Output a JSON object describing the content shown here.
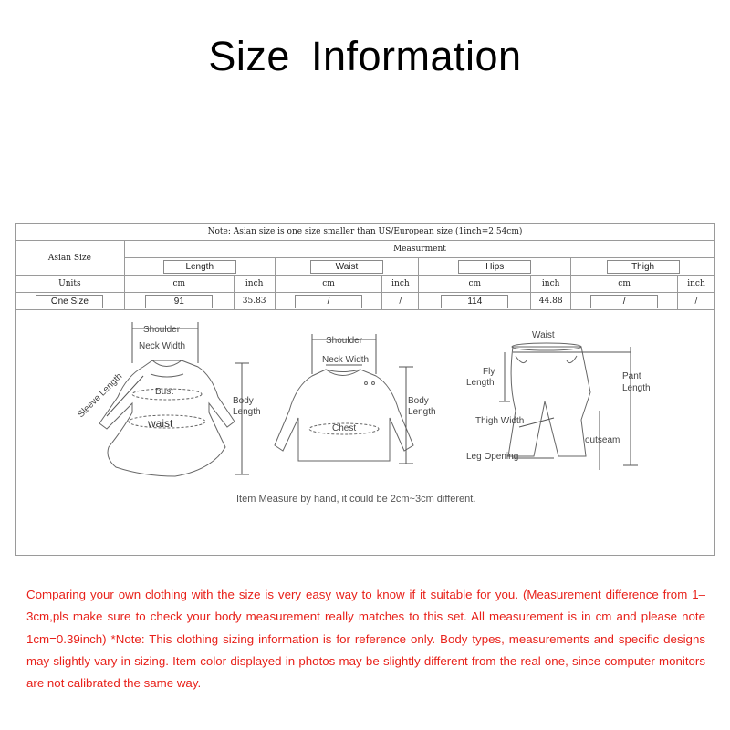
{
  "title": "Size  Information",
  "table": {
    "note": "Note: Asian size is one size smaller than US/European size.(1inch=2.54cm)",
    "asian_size_label": "Asian Size",
    "measurement_label": "Measurment",
    "measure_names": [
      "Length",
      "Waist",
      "Hips",
      "Thigh"
    ],
    "units_label": "Units",
    "units": [
      "cm",
      "inch",
      "cm",
      "inch",
      "cm",
      "inch",
      "cm",
      "inch"
    ],
    "row": {
      "size": "One Size",
      "values": [
        "91",
        "35.83",
        "/",
        "/",
        "114",
        "44.88",
        "/",
        "/"
      ]
    }
  },
  "diagram": {
    "dress": {
      "shoulder": "Shoulder",
      "neck_width": "Neck Width",
      "sleeve_length": "Sleeve Length",
      "bust": "Bust",
      "waist": "waist",
      "body_length_1": "Body",
      "body_length_2": "Length"
    },
    "sweater": {
      "shoulder": "Shoulder",
      "neck_width": "Neck Width",
      "chest": "Chest",
      "body_length_1": "Body",
      "body_length_2": "Length"
    },
    "pants": {
      "waist": "Waist",
      "fly_length_1": "Fly",
      "fly_length_2": "Length",
      "pant_length_1": "Pant",
      "pant_length_2": "Length",
      "thigh_width": "Thigh Width",
      "outseam": "outseam",
      "leg_opening": "Leg Opening"
    },
    "caption": "Item Measure by hand, it could be 2cm~3cm different."
  },
  "disclaimer": "Comparing your own clothing with the size is very easy way to know if it suitable for you. (Measurement difference from 1– 3cm,pls make sure to check your body measurement really matches to this set. All measurement is in cm and please note 1cm=0.39inch) *Note: This clothing sizing information is for reference only. Body types, measurements and specific designs may slightly vary in sizing. Item color displayed in photos may be slightly different from the real one, since computer monitors are not calibrated the same way.",
  "colors": {
    "disclaimer_text": "#e8211a",
    "table_border": "#9a9a9a"
  }
}
